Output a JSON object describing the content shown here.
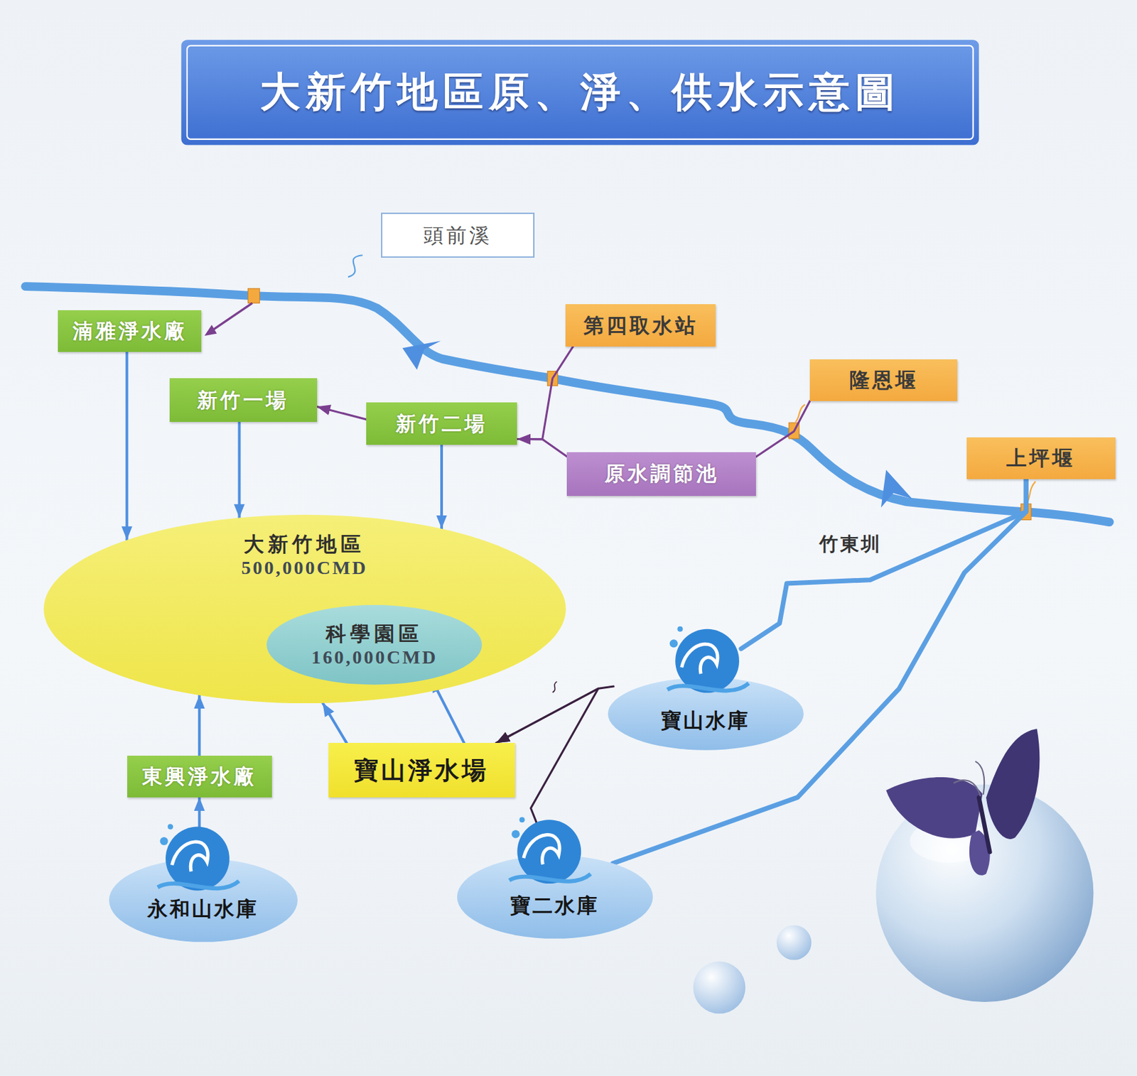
{
  "diagram": {
    "title": "大新竹地區原、淨、供水示意圖",
    "nodes": [
      {
        "text": [
          "頭前溪"
        ]
      },
      {
        "text": [
          "湳雅淨水廠"
        ]
      },
      {
        "text": [
          "第四取水站"
        ]
      },
      {
        "text": [
          "新竹一場"
        ]
      },
      {
        "text": [
          "新竹二場"
        ]
      },
      {
        "text": [
          "隆恩堰"
        ]
      },
      {
        "text": [
          "原水調節池"
        ]
      },
      {
        "text": [
          "上坪堰"
        ]
      },
      {
        "text": [
          "大新竹地區",
          "500,000CMD"
        ]
      },
      {
        "text": [
          "科學園區",
          "160,000CMD"
        ],
        "in": 8
      },
      {
        "text": [
          "寶山水庫"
        ]
      },
      {
        "text": [
          "寶山淨水場"
        ]
      },
      {
        "text": [
          "東興淨水廠"
        ]
      },
      {
        "text": [
          "永和山水庫"
        ]
      },
      {
        "text": [
          "寶二水庫"
        ]
      }
    ],
    "edges": [
      {
        "from": 1,
        "to": 8,
        "arrow": "to"
      },
      {
        "from": 4,
        "to": 3,
        "arrow": "to"
      },
      {
        "from": 3,
        "to": 8,
        "arrow": "to"
      },
      {
        "from": 4,
        "to": 8,
        "arrow": "to"
      },
      {
        "from": 2,
        "to": 4,
        "arrow": "to"
      },
      {
        "from": 5,
        "to": 6,
        "arrow": "none"
      },
      {
        "from": 6,
        "to": 4,
        "arrow": "none"
      },
      {
        "from": 7,
        "to": 10,
        "arrow": "none"
      },
      {
        "from": 7,
        "to": 14,
        "arrow": "none"
      },
      {
        "from": 10,
        "to": 11,
        "arrow": "to"
      },
      {
        "from": 14,
        "to": 11,
        "arrow": "to"
      },
      {
        "from": 11,
        "to": 8,
        "arrow": "to"
      },
      {
        "from": 11,
        "to": 9,
        "arrow": "to"
      },
      {
        "from": 12,
        "to": 8,
        "arrow": "to"
      },
      {
        "from": 13,
        "to": 12,
        "arrow": "to"
      }
    ],
    "labels": [
      "竹東圳"
    ]
  }
}
